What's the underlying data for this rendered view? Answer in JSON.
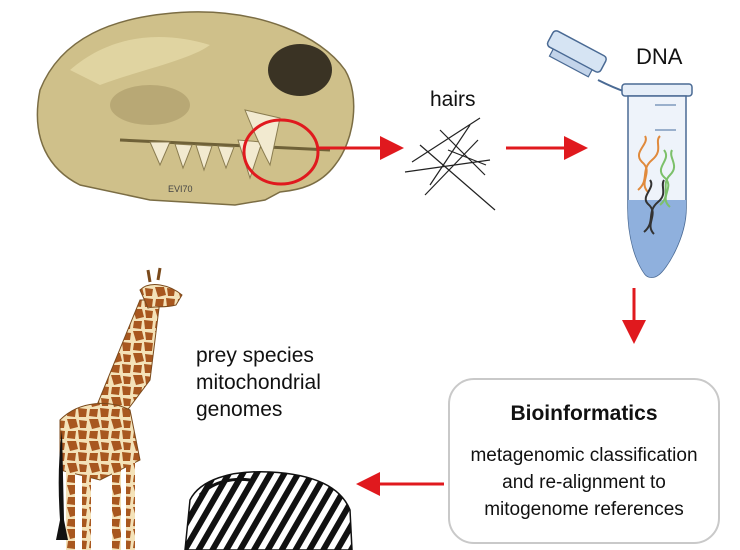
{
  "labels": {
    "hairs": "hairs",
    "dna": "DNA",
    "prey": [
      "prey species",
      "mitochondrial",
      "genomes"
    ]
  },
  "bioinformatics": {
    "title": "Bioinformatics",
    "description": [
      "metagenomic classification",
      "and re-alignment to",
      "mitogenome references"
    ]
  },
  "colors": {
    "arrow": "#e0191e",
    "highlight_circle": "#e0191e",
    "box_border": "#c9c9c9",
    "tube_liquid": "#8fb0dd",
    "dna_orange": "#e08a3c",
    "dna_green": "#7cc06a",
    "dna_dark": "#333333"
  },
  "icons": [
    "lion-skull-image",
    "hairs-icon",
    "dna-tube-icon",
    "giraffe-image",
    "zebra-image"
  ]
}
